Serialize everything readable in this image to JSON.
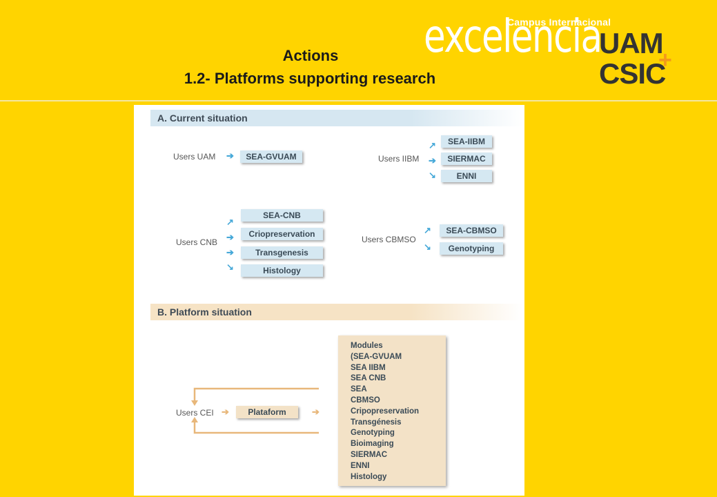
{
  "header": {
    "title_line1": "Actions",
    "title_line2": "1.2- Platforms supporting research"
  },
  "logo": {
    "campus": "Campus Internacional",
    "excelencia": "excelencia",
    "uam": "UAM",
    "csic": "CSIC",
    "plus": "+"
  },
  "sections": {
    "a": "A. Current situation",
    "b": "B. Platform situation"
  },
  "current": {
    "uam": {
      "label": "Users UAM",
      "boxes": [
        "SEA-GVUAM"
      ]
    },
    "iibm": {
      "label": "Users IIBM",
      "boxes": [
        "SEA-IIBM",
        "SIERMAC",
        "ENNI"
      ]
    },
    "cnb": {
      "label": "Users CNB",
      "boxes": [
        "SEA-CNB",
        "Criopreservation",
        "Transgenesis",
        "Histology"
      ]
    },
    "cbmso": {
      "label": "Users CBMSO",
      "boxes": [
        "SEA-CBMSO",
        "Genotyping"
      ]
    }
  },
  "platform": {
    "users_label": "Users CEI",
    "platform_box": "Plataform",
    "modules": [
      "Modules",
      "(SEA-GVUAM",
      "SEA IIBM",
      "SEA CNB",
      "SEA",
      "CBMSO",
      "Cripopreservation",
      "Transgénesis",
      "Genotyping",
      "Bioimaging",
      "SIERMAC",
      "ENNI",
      "Histology"
    ]
  },
  "colors": {
    "background": "#FFD400",
    "blue_box": "#d5e8f2",
    "tan_box": "#f3e2c7",
    "arrow_blue": "#45a8d8",
    "logo_accent": "#F39A1B"
  }
}
